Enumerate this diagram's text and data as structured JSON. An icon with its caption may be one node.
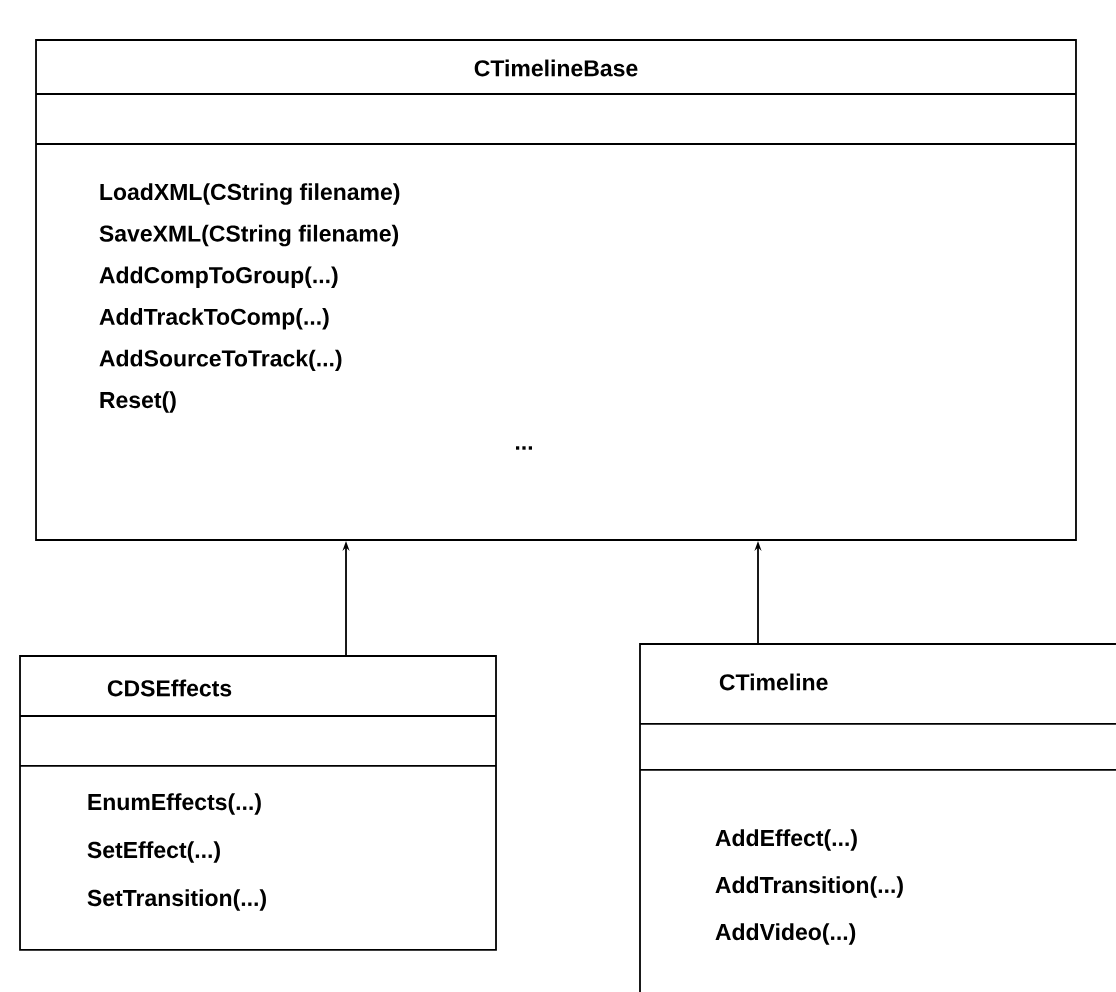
{
  "diagram": {
    "nodes": [
      {
        "text": [
          "CTimelineBase",
          "LoadXML(CString filename)",
          "SaveXML(CString filename)",
          "AddCompToGroup(...)",
          "AddTrackToComp(...)",
          "AddSourceToTrack(...)",
          "Reset()",
          "..."
        ]
      },
      {
        "text": [
          "CDSEffects",
          "EnumEffects(...)",
          "SetEffect(...)",
          "SetTransition(...)"
        ]
      },
      {
        "text": [
          "CTimeline",
          "AddEffect(...)",
          "AddTransition(...)",
          "AddVideo(...)"
        ]
      }
    ],
    "edges": [
      {
        "from": 1,
        "to": 0,
        "arrow": "to"
      },
      {
        "from": 2,
        "to": 0,
        "arrow": "to"
      }
    ]
  }
}
